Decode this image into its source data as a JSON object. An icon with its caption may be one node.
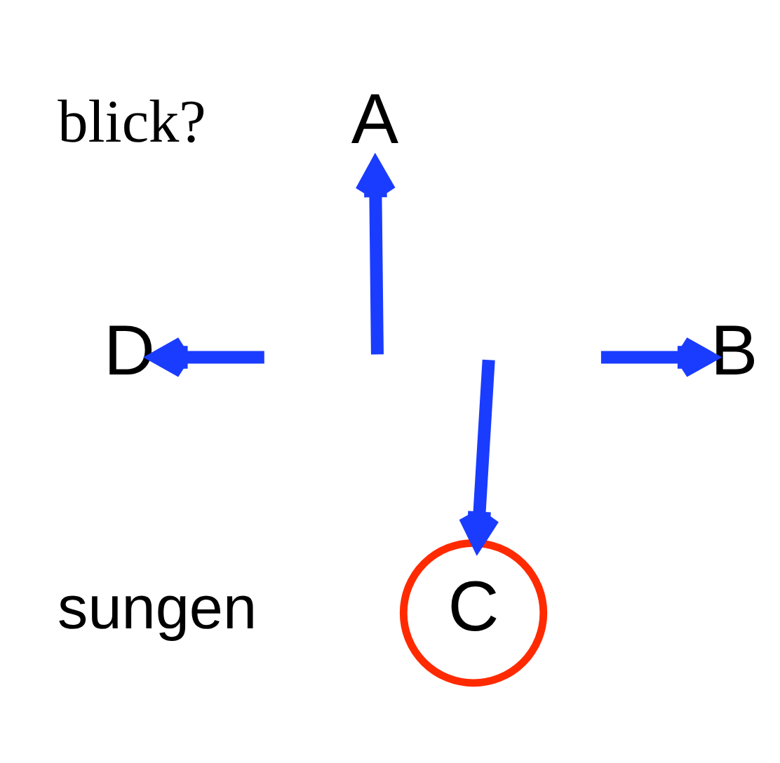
{
  "diagram": {
    "nodes": [
      {
        "text": [
          "A"
        ]
      },
      {
        "text": [
          "B"
        ]
      },
      {
        "text": [
          "C"
        ]
      },
      {
        "text": [
          "D"
        ]
      }
    ],
    "edges": [
      {
        "from": null,
        "to": 0,
        "arrow": "to"
      },
      {
        "from": null,
        "to": 1,
        "arrow": "to"
      },
      {
        "from": null,
        "to": 2,
        "arrow": "to"
      },
      {
        "from": null,
        "to": 3,
        "arrow": "to"
      }
    ],
    "labels": [
      "blick?",
      "sungen"
    ]
  }
}
